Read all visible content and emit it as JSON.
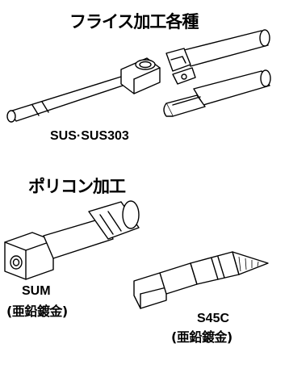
{
  "milling": {
    "title": "フライス加工各種",
    "material_label": "SUS·SUS303"
  },
  "polygon": {
    "title": "ポリコン加工",
    "left_part": {
      "material": "SUM",
      "plating": "(亜鉛鍍金)"
    },
    "right_part": {
      "material": "S45C",
      "plating": "(亜鉛鍍金)"
    }
  }
}
